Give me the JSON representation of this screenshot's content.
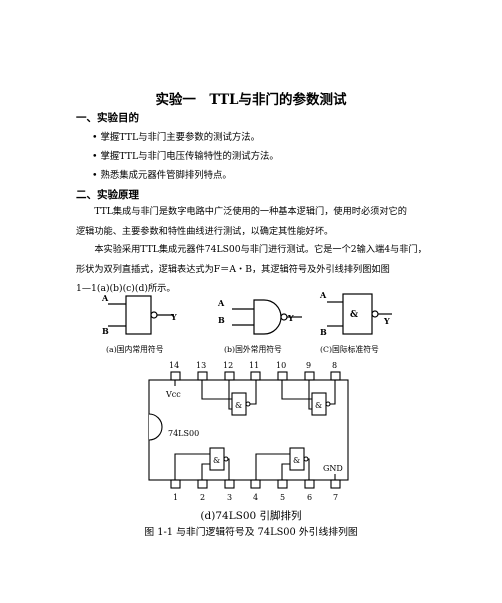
{
  "title": "实验一　TTL与非门的参数测试",
  "sections": [
    {
      "heading": "一、实验目的",
      "bullets": [
        "• 掌握TTL与非门主要参数的测试方法。",
        "• 掌握TTL与非门电压传输特性的测试方法。",
        "• 熟悉集成元器件管脚排列特点。"
      ]
    },
    {
      "heading": "二、实验原理",
      "paragraphs": [
        [
          "　　TTL集成与非门是数字电路中广泛使用的一种基本逻辑门，使用时必须对它的",
          "逻辑功能、主要参数和特性曲线进行测试，以确定其性能好坏。"
        ],
        [
          "　　本实验采用TTL集成元器件74LS00与非门进行测试。它是一个2输入端4与非门，",
          "形状为双列直插式，逻辑表达式为F＝A・B，其逻辑符号及外引线排列图如图",
          "1—1(a)(b)(c)(d)所示。"
        ]
      ]
    }
  ],
  "symbols": {
    "a": {
      "caption": "(a)国内常用符号",
      "in1": "A",
      "in2": "B",
      "out": "Y"
    },
    "b": {
      "caption": "(b)国外常用符号",
      "in1": "A",
      "in2": "B",
      "out": "Y"
    },
    "c": {
      "caption": "(C)国际标准符号",
      "in1": "A",
      "in2": "B",
      "out": "Y",
      "gate": "&"
    }
  },
  "chip": {
    "top_pins": [
      "14",
      "13",
      "12",
      "11",
      "10",
      "9",
      "8"
    ],
    "bottom_pins": [
      "1",
      "2",
      "3",
      "4",
      "5",
      "6",
      "7"
    ],
    "vcc": "Vcc",
    "name": "74LS00",
    "gnd": "GND",
    "gate": "&",
    "caption": "(d)74LS00 引脚排列"
  },
  "figure_caption": "图 1-1 与非门逻辑符号及 74LS00 外引线排列图"
}
